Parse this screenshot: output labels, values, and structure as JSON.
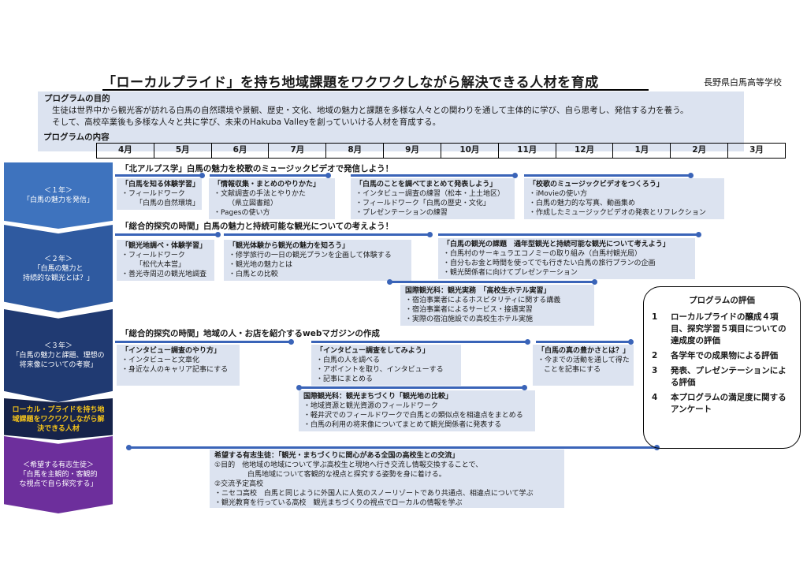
{
  "title": "「ローカルプライド」を持ち地域課題をワクワクしながら解決できる人材を育成",
  "school": "長野県白馬高等学校",
  "purpose": {
    "heading": "プログラムの目的",
    "line1": "生徒は世界中から観光客が訪れる白馬の自然環境や景観、歴史・文化、地域の魅力と課題を多様な人々との関わりを通して主体的に学び、自ら思考し、発信する力を養う。",
    "line2": "そして、高校卒業後も多様な人々と共に学び、未来のHakuba Valleyを創っていいける人材を育成する。"
  },
  "content_label": "プログラムの内容",
  "months": [
    "4月",
    "5月",
    "6月",
    "7月",
    "8月",
    "9月",
    "10月",
    "11月",
    "12月",
    "1月",
    "2月",
    "3月"
  ],
  "stages": {
    "g1": {
      "a": "＜１年＞",
      "b": "「白馬の魅力を発信」"
    },
    "g2": {
      "a": "＜２年＞",
      "b": "「白馬の魅力と",
      "c": "持続的な観光とは？」"
    },
    "g3": {
      "a": "＜３年＞",
      "b": "「白馬の魅力と課題、理想の",
      "c": "将来像についての考察」"
    },
    "goal": {
      "a": "ローカル・プライドを持ち地",
      "b": "域課題をワクワクしながら解",
      "c": "決できる人材"
    },
    "opt": {
      "a": "＜希望する有志生徒＞",
      "b": "「白馬を主観的・客観的",
      "c": "な視点で自ら探究する」"
    }
  },
  "y1": {
    "heading": "「北アルプス学」白馬の魅力を校歌のミュージックビデオで発信しよう！",
    "b1": {
      "t": "「白馬を知る体験学習」",
      "l1": "・フィールドワーク",
      "l2": "「白馬の自然環境」"
    },
    "b2": {
      "t": "「情報収集・まとめのやりかた」",
      "l1": "・文献調査の手法とやりかた",
      "l2": "（県立図書館）",
      "l3": "・Pagesの使い方"
    },
    "b3": {
      "t": "「白馬のことを調べてまとめて発表しよう」",
      "l1": "・インタビュー調査の練習（松本・上土地区）",
      "l2": "・フィールドワーク「白馬の歴史・文化」",
      "l3": "・プレゼンテーションの練習"
    },
    "b4": {
      "t": "「校歌のミュージックビデオをつくろう」",
      "l1": "・iMovieの使い方",
      "l2": "・白馬の魅力的な写真、動画集め",
      "l3": "・作成したミュージックビデオの発表とリフレクション"
    }
  },
  "y2": {
    "heading": "「総合的探究の時間」白馬の魅力と持続可能な観光についての考えよう！",
    "b1": {
      "t": "「観光地調べ・体験学習」",
      "l1": "・フィールドワーク",
      "l2": "「松代大本営」",
      "l3": "・善光寺周辺の観光地調査"
    },
    "b2": {
      "t": "「観光体験から観光の魅力を知ろう」",
      "l1": "・修学旅行の一日の観光プランを企画して体験する",
      "l2": "・観光地の魅力とは",
      "l3": "・白馬との比較"
    },
    "b3": {
      "t": "「白馬の観光の課題　通年型観光と持続可能な観光について考えよう」",
      "l1": "・白馬村のサーキュラエコノミーの取り組み（白馬村観光局）",
      "l2": "・自分もお金と時間を使ってでも行きたい白馬の旅行プランの企画",
      "l3": "・観光関係者に向けてプレゼンテーション"
    },
    "b4": {
      "t": "国際観光科：観光実務　「高校生ホテル実習」",
      "l1": "・宿泊事業者によるホスピタリティに関する講義",
      "l2": "・宿泊事業者によるサービス・接遇実習",
      "l3": "・実際の宿泊施設での高校生ホテル実施"
    }
  },
  "y3": {
    "heading": "「総合的探究の時間」地域の人・お店を紹介するwebマガジンの作成",
    "b1": {
      "t": "「インタビュー調査のやり方」",
      "l1": "・インタビューと文章化",
      "l2": "・身近な人のキャリア記事にする"
    },
    "b2": {
      "t": "「インタビュー調査をしてみよう」",
      "l1": "・白馬の人を調べる",
      "l2": "・アポイントを取り、インタビューする",
      "l3": "・記事にまとめる"
    },
    "b3": {
      "t": "「白馬の真の豊かさとは？」",
      "l1": "・今までの活動を通して得た",
      "l2": "ことを記事にする"
    },
    "b4": {
      "t": "国際観光科：観光まちづくり「観光地の比較」",
      "l1": "・地域資源と観光資源のフィールドワーク",
      "l2": "・軽井沢でのフィールドワークで白馬との類似点を相違点をまとめる",
      "l3": "・白馬の利用の将来像についてまとめて観光関係者に発表する"
    }
  },
  "vol": {
    "t": "希望する有志生徒：「観光・まちづくりに関心がある全国の高校生との交流」",
    "l1": "①目的　他地域の地域について学ぶ高校生と現地へ行き交流し情報交換することで、",
    "l2": "白馬地域について客観的な視点と探究する姿勢を身に着ける。",
    "l3": "②交流予定高校",
    "l4": "・ニセコ高校　白馬と同じように外国人に人気のスノーリゾートであり共通点、相違点について学ぶ",
    "l5": "・観光教育を行っている高校　観光まちづくりの視点でローカルの情報を学ぶ"
  },
  "evaluation": {
    "title": "プログラムの評価",
    "items": [
      {
        "n": "1",
        "t": "ローカルプライドの醸成４項目、探究学習５項目についての達成度の評価"
      },
      {
        "n": "2",
        "t": "各学年での成果物による評価"
      },
      {
        "n": "3",
        "t": "発表、プレゼンテーションによる評価"
      },
      {
        "n": "4",
        "t": "本プログラムの満足度に関するアンケート"
      }
    ]
  },
  "colors": {
    "accent": "#3a64b8",
    "box_bg": "#dce3f0",
    "goal_text": "#f3c21a"
  }
}
